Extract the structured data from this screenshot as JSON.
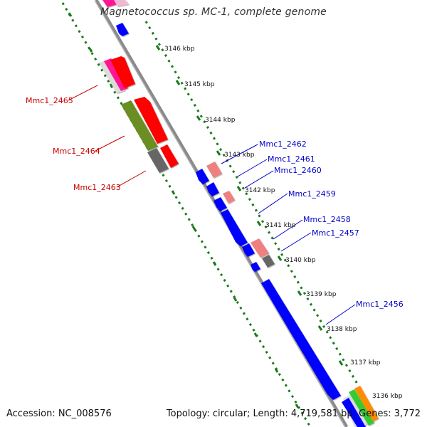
{
  "title": "Magnetococcus sp. MC-1, complete genome",
  "accession_text": "Accession: NC_008576",
  "stats_text": "Topology: circular; Length: 4,719,581 bp; Genes: 3,772",
  "colors": {
    "backbone": "#888888",
    "ruler_dots": "#1a7a1a",
    "forward_cds": "#ff0000",
    "reverse_cds": "#0000ff",
    "rna_light": "#f08080",
    "gene_gray": "#666666",
    "olive": "#6b8e23",
    "pink": "#ff1493",
    "orange": "#ff8c00",
    "green": "#33cc33",
    "label_forward": "#cc0000",
    "label_reverse": "#0000cc"
  },
  "ticks": [
    "3146 kbp",
    "3145 kbp",
    "3144 kbp",
    "3143 kbp",
    "3142 kbp",
    "3141 kbp",
    "3140 kbp",
    "3139 kbp",
    "3138 kbp",
    "3137 kbp",
    "3136 kbp"
  ],
  "labels": {
    "forward": [
      "Mmc1_2465",
      "Mmc1_2464",
      "Mmc1_2463"
    ],
    "reverse": [
      "Mmc1_2462",
      "Mmc1_2461",
      "Mmc1_2460",
      "Mmc1_2459",
      "Mmc1_2458",
      "Mmc1_2457",
      "Mmc1_2456"
    ]
  }
}
